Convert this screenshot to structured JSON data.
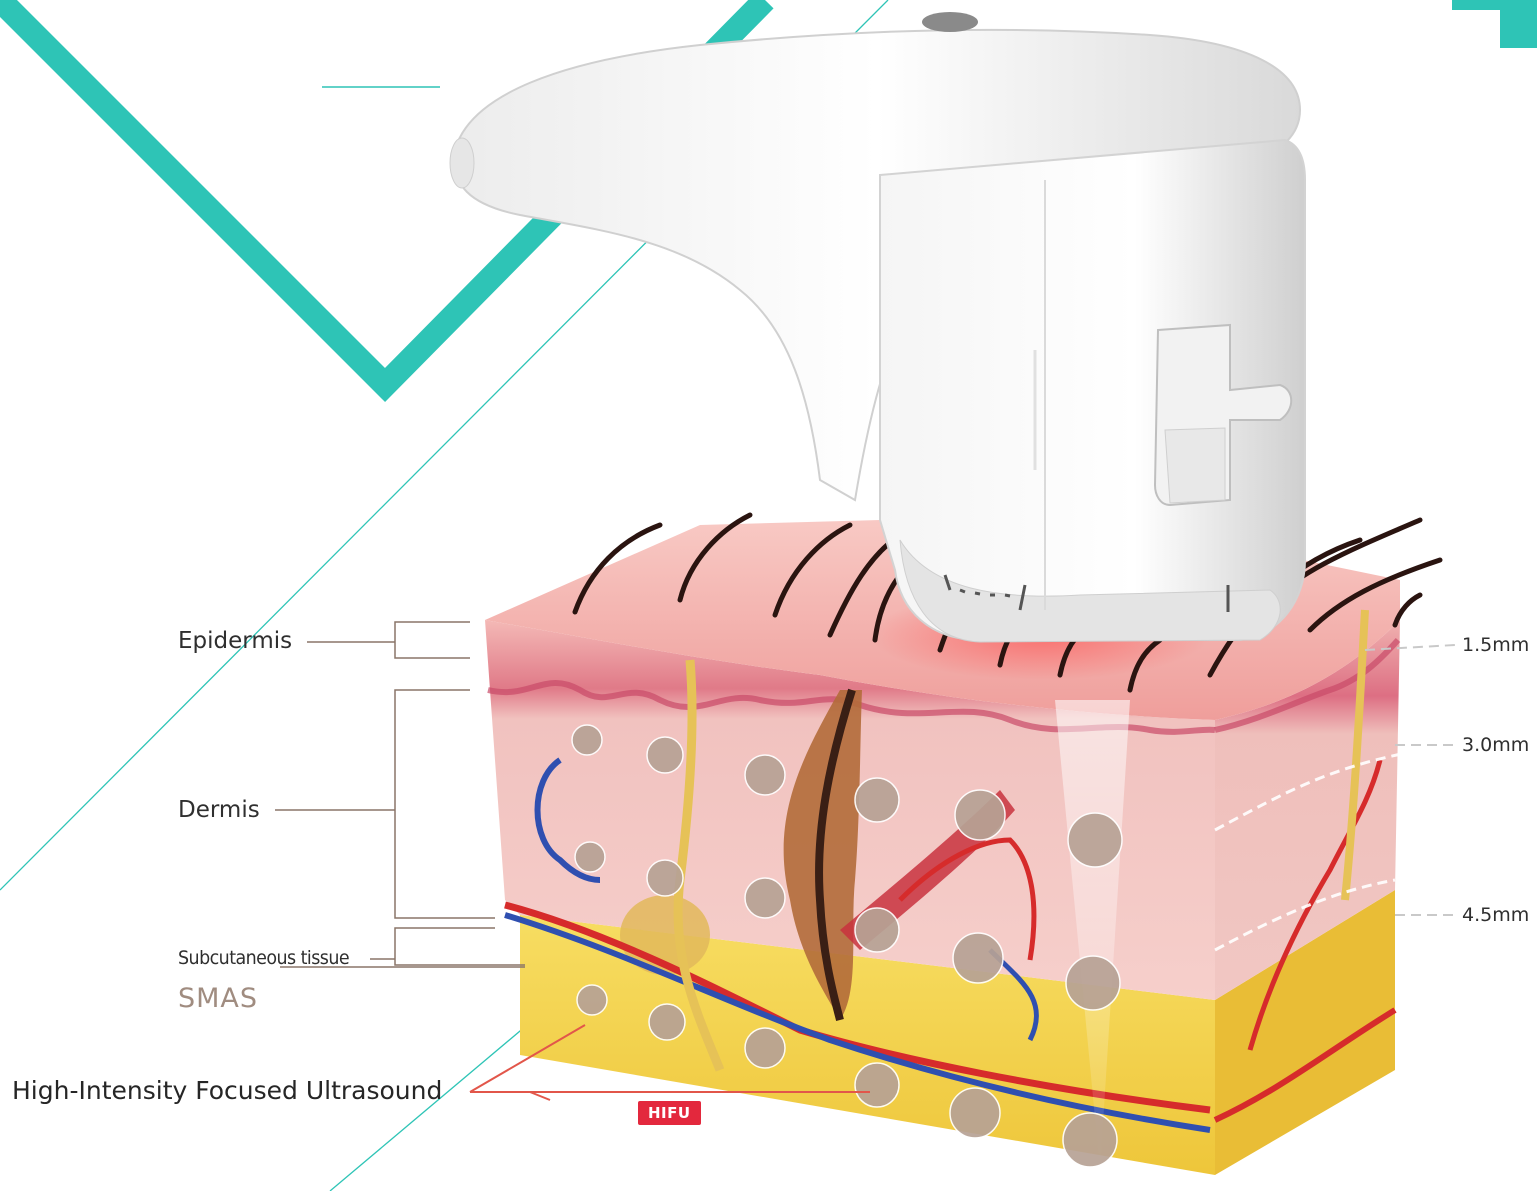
{
  "colors": {
    "accent_teal": "#2ec4b6",
    "skin_top": "#f2b5b0",
    "skin_side": "#f0c3c0",
    "fat_yellow": "#f5d24a",
    "vessel_red": "#d62b2b",
    "vessel_blue": "#2f4fb0",
    "focal_point": "#b7a295",
    "hifu_badge": "#e3283d",
    "guide_line": "#8a7568"
  },
  "labels": {
    "epidermis": "Epidermis",
    "dermis": "Dermis",
    "subcutaneous": "Subcutaneous tissue",
    "smas": "SMAS",
    "hifu_full": "High-Intensity Focused Ultrasound",
    "hifu_badge": "HIFU"
  },
  "depths": {
    "d1": "1.5mm",
    "d2": "3.0mm",
    "d3": "4.5mm"
  },
  "icons": {
    "device": "hifu-handpiece-icon",
    "skin": "skin-cross-section-icon"
  }
}
